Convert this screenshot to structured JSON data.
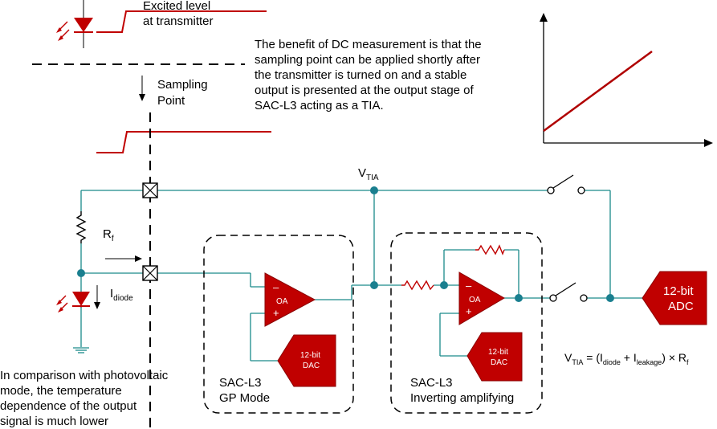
{
  "labels": {
    "excited_1": "Excited level",
    "excited_2": "at transmitter",
    "sampling_1": "Sampling",
    "sampling_2": "Point",
    "benefit_1": "The benefit of DC measurement is that the",
    "benefit_2": "sampling point can be applied shortly  after",
    "benefit_3": "the transmitter is turned on and a stable",
    "benefit_4": "output is presented at the output stage of",
    "benefit_5": "SAC-L3 acting as a TIA.",
    "vtia_main": "V",
    "vtia_sub": "TIA",
    "rf_main": "R",
    "rf_sub": "f",
    "idiode_main": "I",
    "idiode_sub": "diode",
    "oa": "OA",
    "minus": "–",
    "plus": "+",
    "dac_1": "12-bit",
    "dac_2": "DAC",
    "sac_gp_1": "SAC-L3",
    "sac_gp_2": "GP Mode",
    "sac_inv_1": "SAC-L3",
    "sac_inv_2": "Inverting  amplifying",
    "adc_1": "12-bit",
    "adc_2": "ADC",
    "eq_v": "V",
    "eq_v_sub": "TIA",
    "eq_mid1": " = (I",
    "eq_i1_sub": "diode",
    "eq_mid2": " + I",
    "eq_i2_sub": "leakage",
    "eq_end": ")  × R",
    "eq_end_sub": "f",
    "comparison_1": "In comparison with photovoltaic",
    "comparison_2": "mode, the temperature",
    "comparison_3": "dependence of the output",
    "comparison_4": "signal is  much lower"
  },
  "colors": {
    "wire": "#1a8a8a",
    "dot": "#1a7f8f",
    "red": "#c00000",
    "darkred": "#b00000"
  }
}
